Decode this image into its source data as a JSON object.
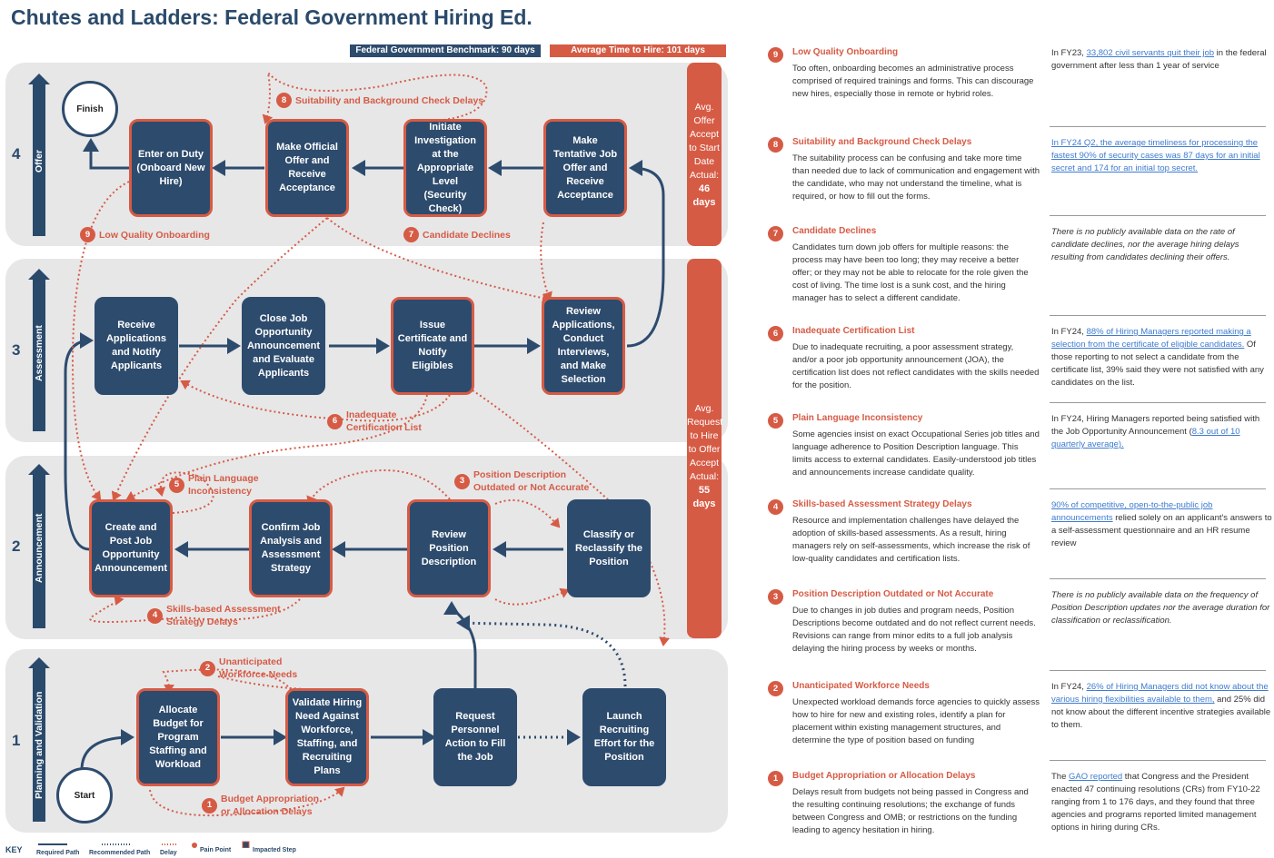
{
  "title": "Chutes and Ladders: Federal Government Hiring Ed.",
  "benchmark": "Federal Government Benchmark: 90 days",
  "average": "Average Time to Hire: 101 days",
  "colors": {
    "navy": "#2d4b6d",
    "accent": "#d65b45",
    "band": "#e7e7e8",
    "link": "#3e7bd0"
  },
  "stages": [
    {
      "num": "4",
      "label": "Offer"
    },
    {
      "num": "3",
      "label": "Assessment"
    },
    {
      "num": "2",
      "label": "Announcement"
    },
    {
      "num": "1",
      "label": "Planning and Validation"
    }
  ],
  "side_bars": [
    {
      "lines": [
        "Avg.",
        "Offer",
        "Accept",
        "to Start",
        "Date",
        "Actual:"
      ],
      "value": "46 days"
    },
    {
      "lines": [
        "Avg.",
        "Request",
        "to Hire",
        "to Offer",
        "Accept",
        "Actual:"
      ],
      "value": "55 days"
    }
  ],
  "nodes": {
    "finish": "Finish",
    "start": "Start",
    "enter_duty": "Enter on Duty (Onboard New Hire)",
    "official_offer": "Make Official Offer and Receive Acceptance",
    "investigation": "Initiate Investigation at the Appropriate Level (Security Check)",
    "tentative_offer": "Make Tentative Job Offer and Receive Acceptance",
    "receive_apps": "Receive Applications and Notify Applicants",
    "close_job": "Close Job Opportunity Announcement and Evaluate Applicants",
    "issue_cert": "Issue Certificate and Notify Eligibles",
    "review_apps": "Review Applications, Conduct Interviews, and Make Selection",
    "create_post": "Create and Post Job Opportunity Announcement",
    "confirm_job": "Confirm Job Analysis and Assessment Strategy",
    "review_pd": "Review Position Description",
    "classify": "Classify or Reclassify the Position",
    "allocate": "Allocate Budget for Program Staffing and Workload",
    "validate": "Validate Hiring Need Against Workforce, Staffing, and Recruiting Plans",
    "request": "Request Personnel Action to Fill the Job",
    "launch": "Launch Recruiting Effort for the Position"
  },
  "pain_labels": {
    "p8": {
      "num": "8",
      "text": "Suitability and Background Check Delays"
    },
    "p9": {
      "num": "9",
      "text": "Low Quality Onboarding"
    },
    "p7": {
      "num": "7",
      "text": "Candidate Declines"
    },
    "p6": {
      "num": "6",
      "text": "Inadequate Certification List"
    },
    "p5": {
      "num": "5",
      "text": "Plain Language Inconsistency"
    },
    "p3": {
      "num": "3",
      "text": "Position Description Outdated or Not Accurate"
    },
    "p4": {
      "num": "4",
      "text": "Skills-based Assessment Strategy Delays"
    },
    "p2": {
      "num": "2",
      "text": "Unanticipated Workforce Needs"
    },
    "p1": {
      "num": "1",
      "text": "Budget Appropriation or Allocation Delays"
    }
  },
  "pain_points": [
    {
      "num": "9",
      "title": "Low Quality Onboarding",
      "body": "Too often, onboarding becomes an administrative process comprised of required trainings and forms. This can discourage new hires, especially those in remote or hybrid roles.",
      "side_pre": "In FY23, ",
      "side_link": "33,802 civil servants quit their job",
      "side_post": " in the federal government after less than 1 year of service",
      "italic": false
    },
    {
      "num": "8",
      "title": "Suitability and Background Check Delays",
      "body": "The suitability process can be confusing and take more time than needed due to lack of communication and engagement with the candidate, who may not understand the timeline, what is required, or how to fill out the forms.",
      "side_pre": "",
      "side_link": "In FY24 Q2, the average timeliness for processing the fastest 90% of security cases was 87 days for an initial secret and 174 for an initial top secret.",
      "side_post": "",
      "italic": false
    },
    {
      "num": "7",
      "title": "Candidate Declines",
      "body": "Candidates turn down job offers for multiple reasons: the process may have been too long; they may receive a better offer; or they may not be able to relocate for the role given the cost of living. The time lost is a sunk cost, and the hiring manager has to select a different candidate.",
      "side_pre": "There is no publicly available data on the rate of candidate declines, nor the average hiring delays resulting from candidates declining their offers.",
      "side_link": "",
      "side_post": "",
      "italic": true
    },
    {
      "num": "6",
      "title": "Inadequate Certification List",
      "body": "Due to inadequate recruiting, a poor assessment strategy, and/or a poor job opportunity announcement (JOA), the certification list does not reflect candidates with the skills needed for the position.",
      "side_pre": "In FY24, ",
      "side_link": "88% of Hiring Managers reported making a selection from the certificate of eligible candidates.",
      "side_post": " Of those reporting to not select a candidate from the certificate list, 39% said they were not satisfied with any candidates on the list.",
      "italic": false
    },
    {
      "num": "5",
      "title": "Plain Language Inconsistency",
      "body": "Some agencies insist on exact Occupational Series job titles and language adherence to Position Description language. This limits access to external candidates. Easily-understood job titles and announcements increase candidate quality.",
      "side_pre": "In FY24, Hiring Managers reported being satisfied with the Job Opportunity Announcement (",
      "side_link": "8.3 out of 10 quarterly average).",
      "side_post": "",
      "italic": false
    },
    {
      "num": "4",
      "title": "Skills-based Assessment Strategy Delays",
      "body": "Resource and implementation challenges have delayed the adoption of skills-based assessments. As a result, hiring managers rely on self-assessments, which increase the risk of low-quality candidates and certification lists.",
      "side_pre": "",
      "side_link": "90% of competitive, open-to-the-public job announcements",
      "side_post": " relied solely on an applicant's answers to a self-assessment questionnaire and an HR resume review",
      "italic": false
    },
    {
      "num": "3",
      "title": "Position Description Outdated or Not Accurate",
      "body": "Due to changes in job duties and program needs, Position Descriptions become outdated and do not reflect current needs. Revisions can range from minor edits to a full job analysis delaying the hiring process by weeks or months.",
      "side_pre": "There is no publicly available data on the frequency of Position Description updates nor the average duration for classification or reclassification.",
      "side_link": "",
      "side_post": "",
      "italic": true
    },
    {
      "num": "2",
      "title": "Unanticipated Workforce Needs",
      "body": "Unexpected workload demands force agencies to quickly assess how to hire for new and existing roles, identify a plan for placement within existing management structures, and determine the type of position based on funding",
      "side_pre": "In FY24, ",
      "side_link": "26% of Hiring Managers did not know about the various hiring flexibilities available to them,",
      "side_post": " and 25% did not know about the different incentive strategies available to them.",
      "italic": false
    },
    {
      "num": "1",
      "title": "Budget Appropriation or Allocation Delays",
      "body": "Delays result from budgets not being passed in Congress and the resulting continuing resolutions; the exchange of funds between Congress and OMB; or restrictions on the funding leading to agency hesitation in hiring.",
      "side_pre": "The ",
      "side_link": "GAO reported",
      "side_post": " that Congress and the President enacted 47 continuing resolutions (CRs) from FY10-22 ranging from 1 to 176 days, and they found that three agencies and programs reported limited management options in hiring during CRs.",
      "italic": false
    }
  ],
  "key": {
    "title": "KEY",
    "required": "Required Path",
    "recommended": "Recommended Path",
    "delay": "Delay",
    "pain": "Pain Point",
    "impacted": "Impacted Step"
  }
}
